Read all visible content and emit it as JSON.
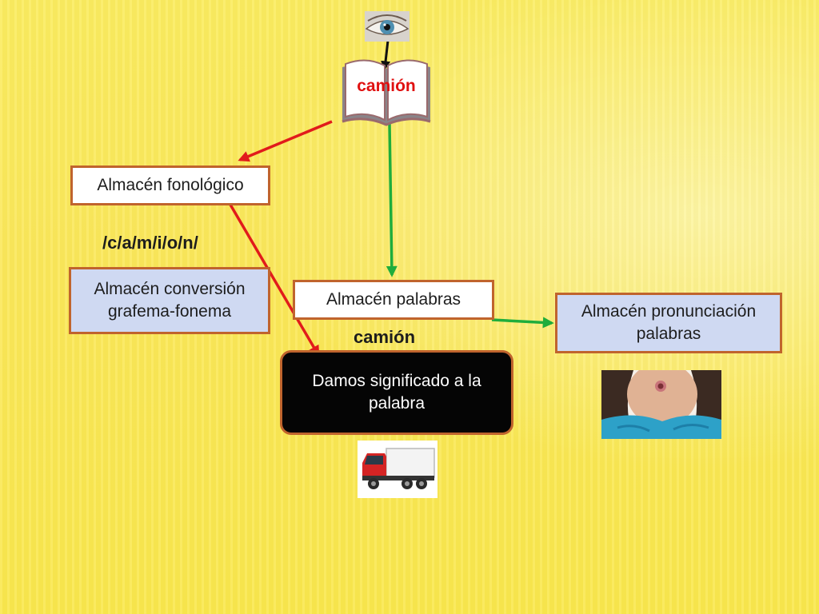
{
  "diagram": {
    "book_word": "camión",
    "phonemes": "/c/a/m/i/o/n/",
    "word_label": "camión",
    "boxes": {
      "fonologico": "Almacén fonológico",
      "conversion": "Almacén conversión grafema-fonema",
      "palabras": "Almacén palabras",
      "pronunciacion": "Almacén pronunciación palabras",
      "significado": "Damos significado a la palabra"
    },
    "images": [
      "eye",
      "open-book",
      "truck",
      "child-mouth"
    ]
  },
  "colors": {
    "background": "#fbea58",
    "box_border": "#c0642d",
    "box_blue": "#cfd9f2",
    "arrow_red": "#e11b1b",
    "arrow_green": "#1fad3c",
    "book_word": "#e01010"
  }
}
